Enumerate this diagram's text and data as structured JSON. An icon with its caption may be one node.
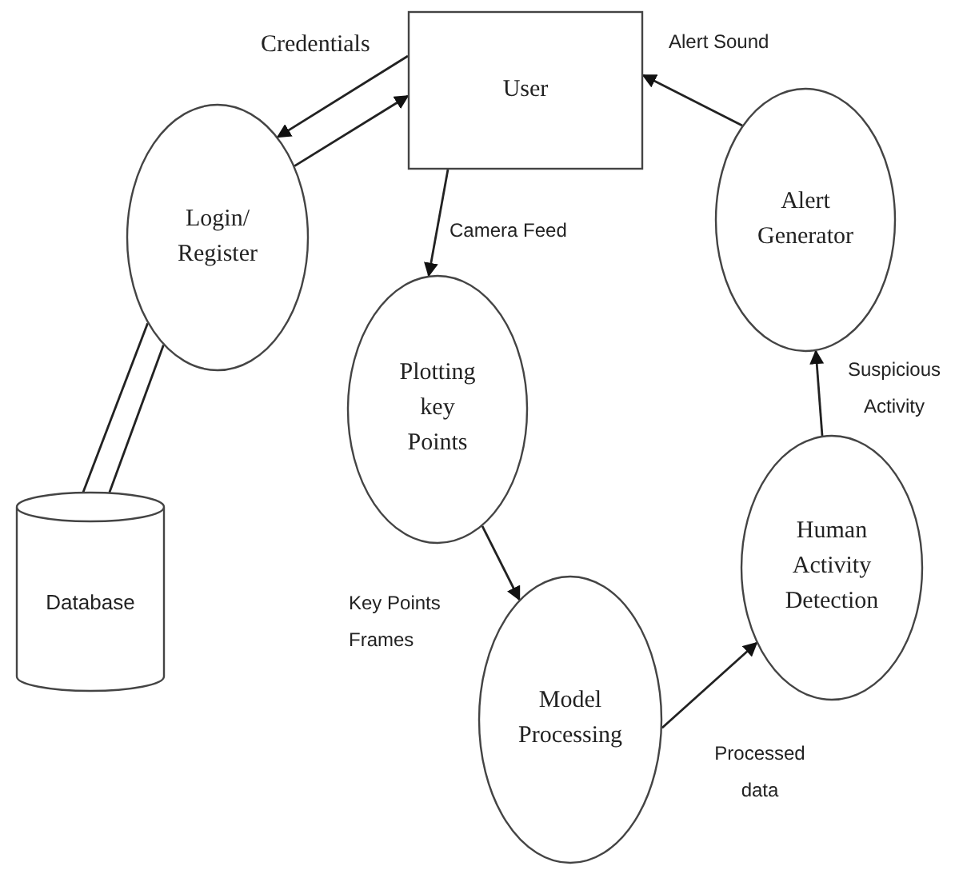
{
  "diagram": {
    "nodes": [
      {
        "text": [
          "User"
        ]
      },
      {
        "text": [
          "Login/ Register"
        ]
      },
      {
        "text": [
          "Plotting key Points"
        ]
      },
      {
        "text": [
          "Database"
        ]
      },
      {
        "text": [
          "Model Processing"
        ]
      },
      {
        "text": [
          "Human Activity Detection"
        ]
      },
      {
        "text": [
          "Alert Generator"
        ]
      }
    ],
    "edges": [
      {
        "from": 0,
        "to": 1,
        "arrow": "to",
        "label": "Credentials"
      },
      {
        "from": 1,
        "to": 0,
        "arrow": "to"
      },
      {
        "from": 1,
        "to": 3,
        "arrow": "none"
      },
      {
        "from": 1,
        "to": 3,
        "arrow": "none"
      },
      {
        "from": 0,
        "to": 2,
        "arrow": "to",
        "label": "Camera Feed"
      },
      {
        "from": 2,
        "to": 4,
        "arrow": "to",
        "label": "Key Points Frames"
      },
      {
        "from": 4,
        "to": 5,
        "arrow": "to",
        "label": "Processed data"
      },
      {
        "from": 5,
        "to": 6,
        "arrow": "to",
        "label": "Suspicious Activity"
      },
      {
        "from": 6,
        "to": 0,
        "arrow": "to",
        "label": "Alert Sound"
      }
    ]
  }
}
